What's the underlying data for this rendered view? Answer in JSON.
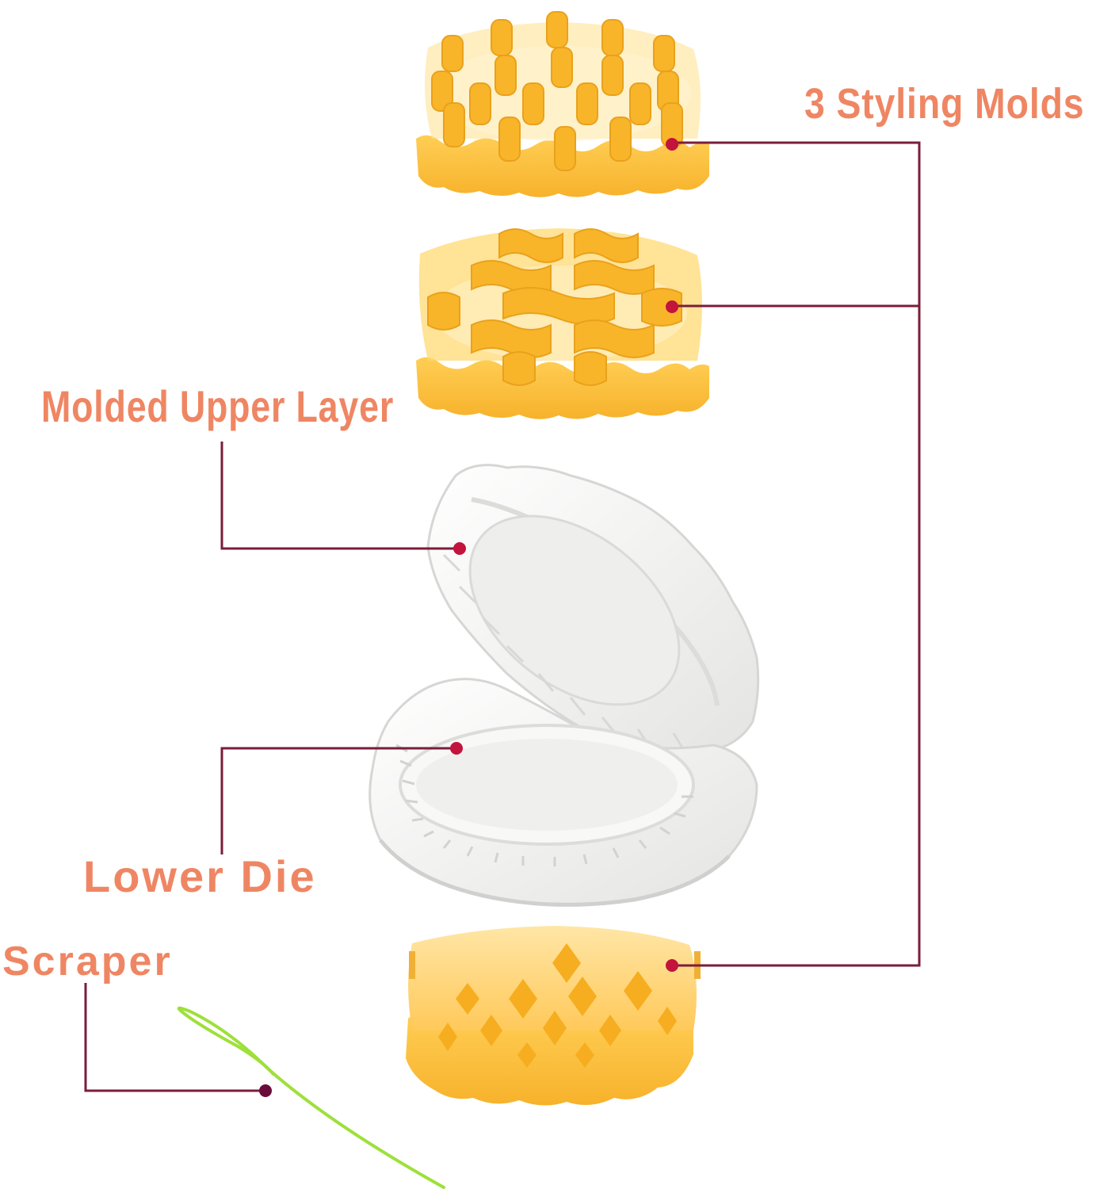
{
  "labels": {
    "styling_molds": "3 Styling Molds",
    "upper_layer": "Molded Upper Layer",
    "lower_die": "Lower Die",
    "scraper": "Scraper"
  },
  "colors": {
    "label_text": "#ef8663",
    "leader_line": "#7a1e3a",
    "marker_dot": "#c2143c",
    "scraper_dot": "#6a0d3a",
    "mold_yellow": "#fbbf30",
    "mold_yellow_light": "#ffd870",
    "die_white": "#f4f4f2",
    "scraper_green": "#9ee03a"
  }
}
